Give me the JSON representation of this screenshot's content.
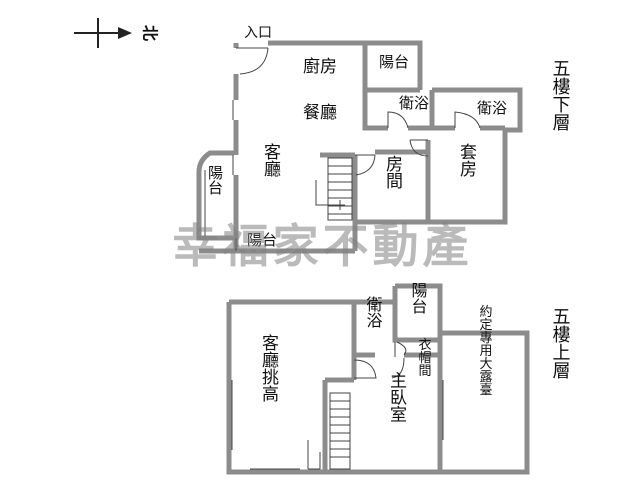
{
  "compass": {
    "label": "北"
  },
  "lower_floor": {
    "title": "五樓下層",
    "entrance": "入口",
    "kitchen": "廚房",
    "dining": "餐廳",
    "living": "客廳",
    "balcony_top": "陽台",
    "balcony_left": "陽台",
    "balcony_bottom": "陽台",
    "bath_1": "衛浴",
    "bath_2": "衛浴",
    "room": "房間",
    "suite": "套房"
  },
  "upper_floor": {
    "title": "五樓上層",
    "living_void": "客廳挑高",
    "bath": "衛浴",
    "balcony": "陽台",
    "closet": "衣帽間",
    "master_bedroom": "主臥室",
    "terrace": "約定專用大露臺"
  },
  "watermark": "幸福家不動產",
  "colors": {
    "wall": "#8c8c8c",
    "line": "#444444",
    "watermark": "#828282"
  }
}
